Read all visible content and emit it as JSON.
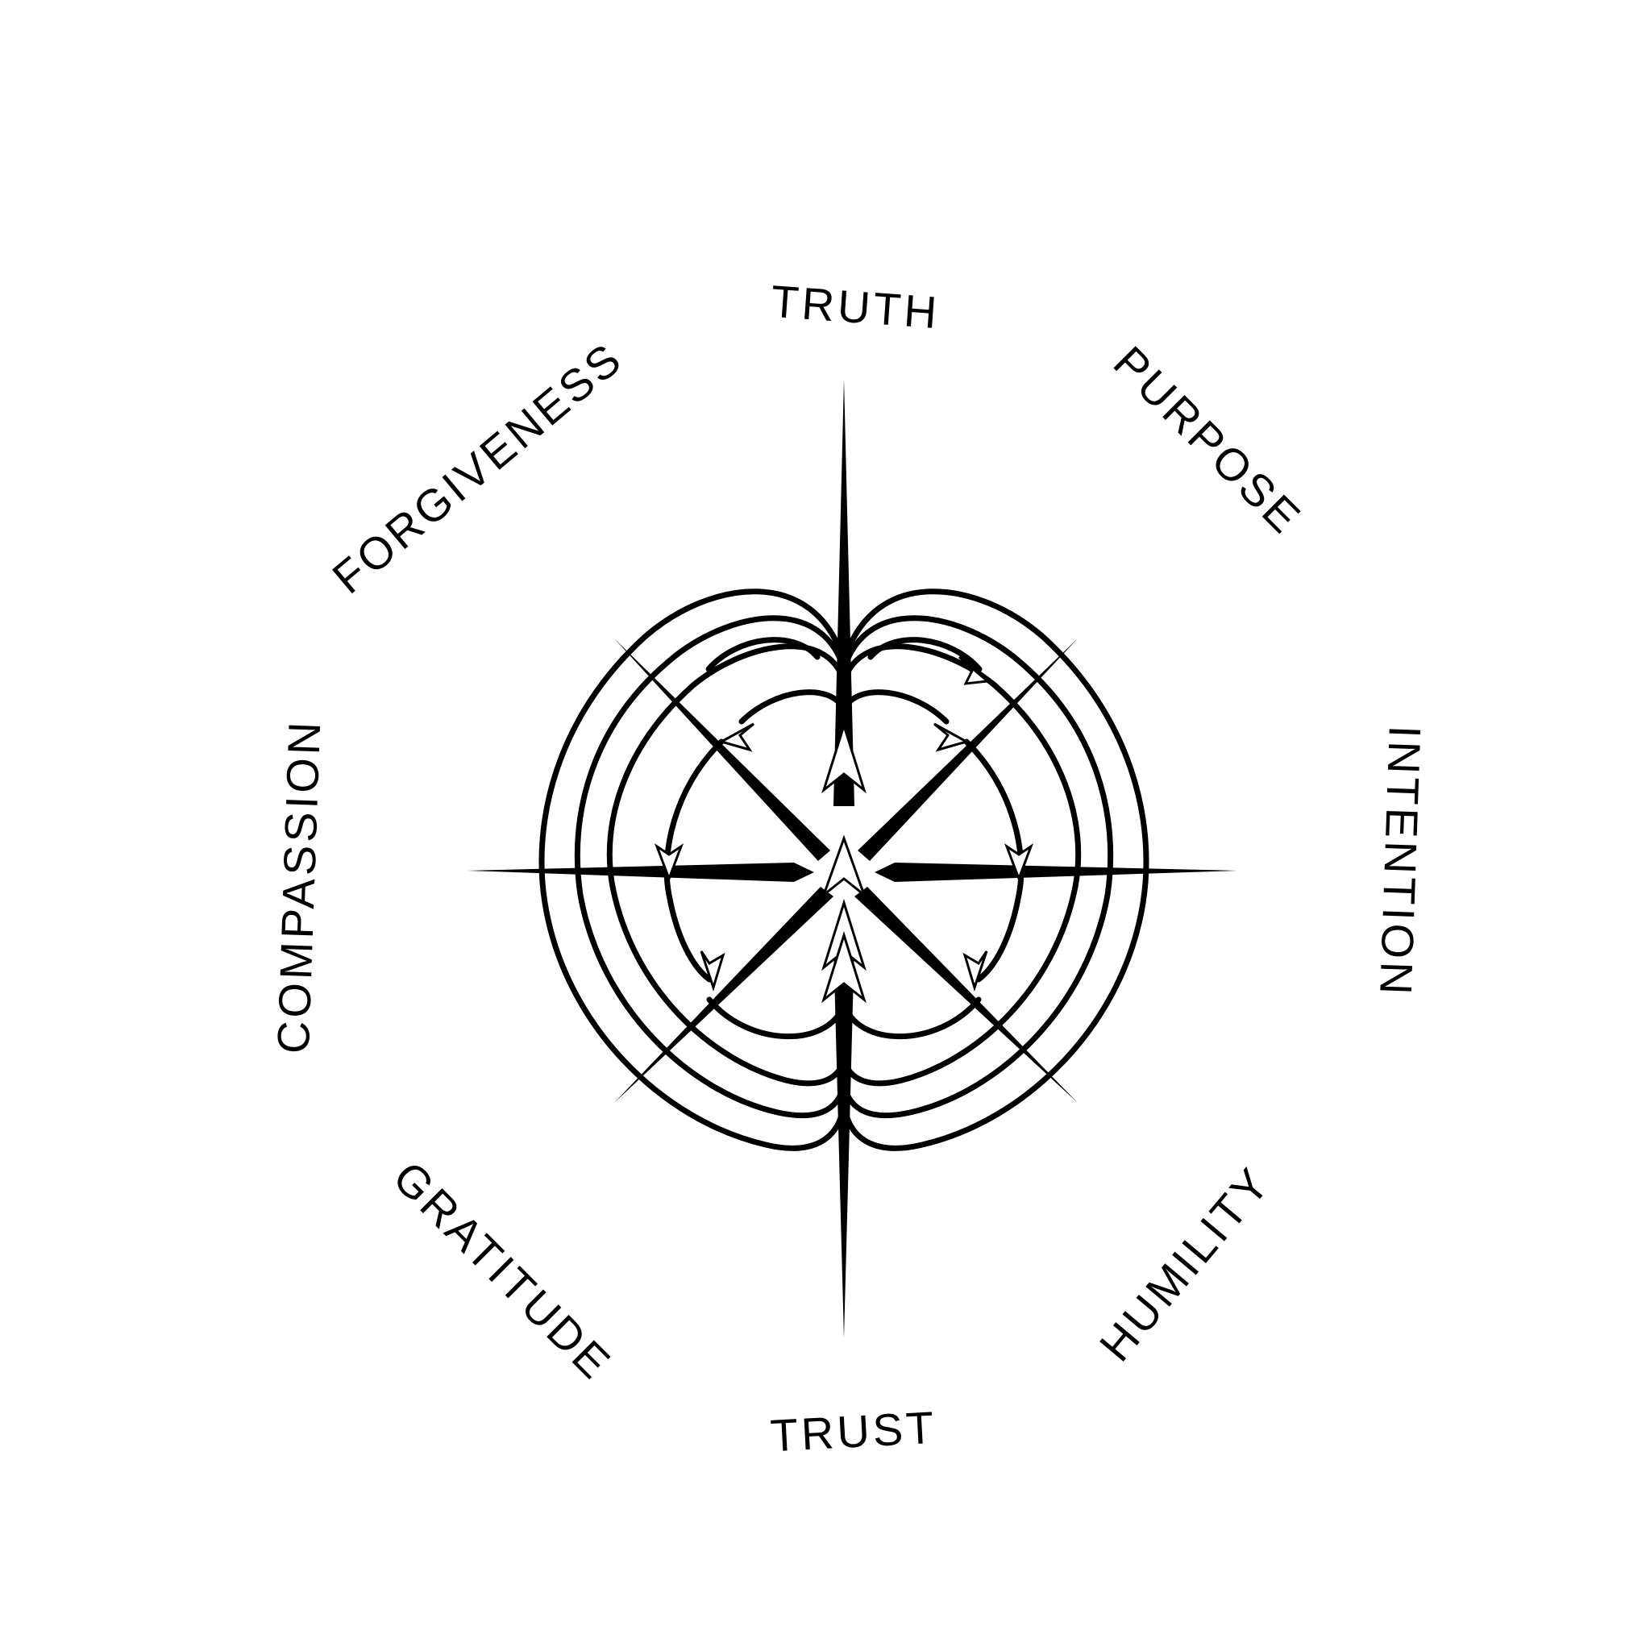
{
  "diagram": {
    "values": [
      {
        "key": "top",
        "label": "TRUTH"
      },
      {
        "key": "top-right",
        "label": "PURPOSE"
      },
      {
        "key": "right",
        "label": "INTENTION"
      },
      {
        "key": "bottom-right",
        "label": "HUMILITY"
      },
      {
        "key": "bottom",
        "label": "TRUST"
      },
      {
        "key": "bottom-left",
        "label": "GRATITUDE"
      },
      {
        "key": "left",
        "label": "COMPASSION"
      },
      {
        "key": "top-left",
        "label": "FORGIVENESS"
      }
    ],
    "colors": {
      "ink": "#000000",
      "background": "#ffffff"
    }
  }
}
